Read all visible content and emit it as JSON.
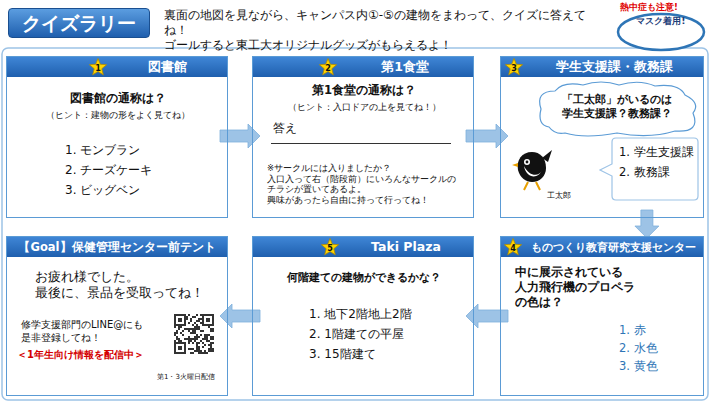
{
  "diagram": {
    "title": "クイズラリー",
    "nodes": [
      {
        "text": [
          "マスク着用!"
        ]
      },
      {
        "text": [
          "図書館",
          "図書館の通称は？",
          "（ヒント：建物の形をよく見てね）",
          "1. モンブラン",
          "2. チーズケーキ",
          "3. ビッグベン"
        ]
      },
      {
        "text": [
          "1"
        ],
        "in": 1
      },
      {
        "text": [
          "第1食堂",
          "第1食堂の通称は？",
          "（ヒント：入口ドアの上を見てね！）",
          "答え",
          "※サークルには入りましたか？ 入口入って右（階段前）にいろんなサークルの チラシが置いてあるよ。 興味があったら自由に持って行ってね！"
        ]
      },
      {
        "text": [
          "2"
        ],
        "in": 3
      },
      {
        "text": [
          "学生支援課・教務課",
          "1. 学生支援課",
          "2. 教務課",
          "工太郎"
        ]
      },
      {
        "text": [
          "「工太郎」がいるのは 学生支援課？教務課？"
        ],
        "in": 5
      },
      {
        "text": [
          "3"
        ],
        "in": 5
      },
      {
        "text": [
          "【Goal】保健管理センター前テント",
          "お疲れ様でした。 最後に、景品を受取ってね！",
          "修学支援部門のLINE@にも 是非登録してね！",
          "＜1年生向け情報を配信中＞",
          "第1・3火曜日配信"
        ]
      },
      {
        "text": [
          "Taki Plaza",
          "何階建ての建物ができるかな？",
          "1. 地下2階地上2階",
          "2. 1階建ての平屋",
          "3. 15階建て"
        ]
      },
      {
        "text": [
          "5"
        ],
        "in": 9
      },
      {
        "text": [
          "ものつくり教育研究支援センター",
          "中に展示されている 人力飛行機のプロペラ の色は？",
          "1. 赤",
          "2. 水色",
          "3. 黄色"
        ]
      },
      {
        "text": [
          "4"
        ],
        "in": 11
      }
    ],
    "edges": [
      {
        "from": 1,
        "to": 3,
        "arrow": "to"
      },
      {
        "from": 3,
        "to": 5,
        "arrow": "to"
      },
      {
        "from": 5,
        "to": 11,
        "arrow": "to"
      },
      {
        "from": 11,
        "to": 9,
        "arrow": "to"
      },
      {
        "from": 9,
        "to": 8,
        "arrow": "to"
      }
    ],
    "labels": [
      "裏面の地図を見ながら、キャンパス内①-⑤の建物をまわって、クイズに答えてね！ ゴールすると東工大オリジナルグッズがもらえるよ！",
      "熱中症も注意!"
    ]
  }
}
